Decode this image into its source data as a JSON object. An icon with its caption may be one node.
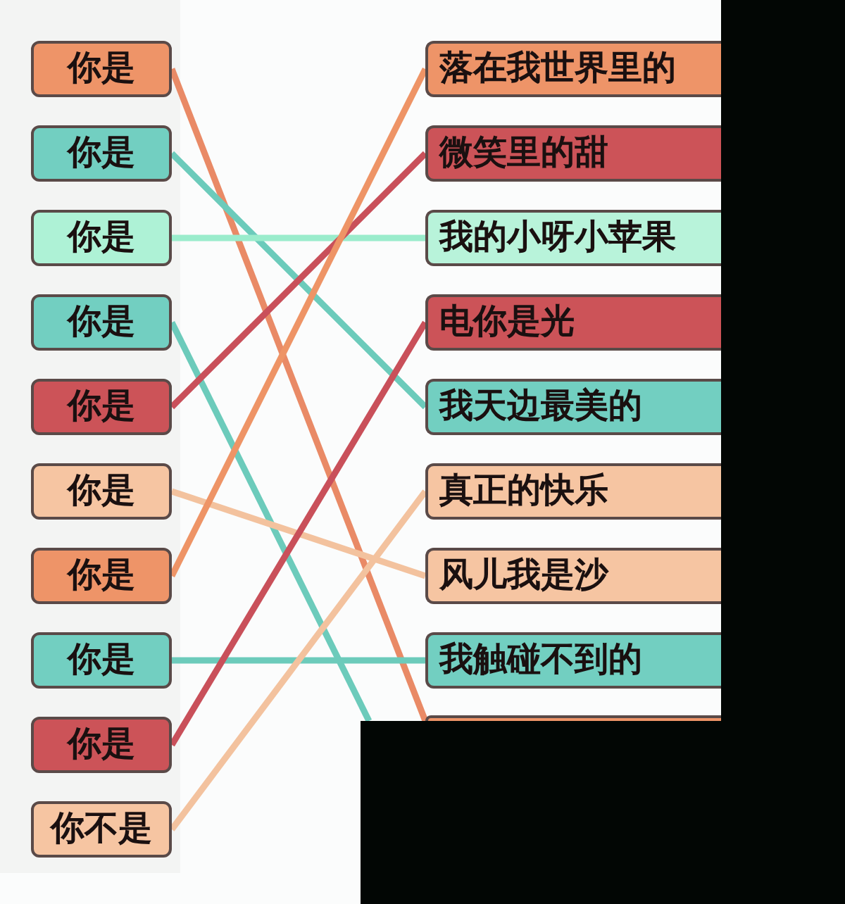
{
  "diagram": {
    "nodes": [
      {
        "text": [
          "你是"
        ]
      },
      {
        "text": [
          "你是"
        ]
      },
      {
        "text": [
          "你是"
        ]
      },
      {
        "text": [
          "你是"
        ]
      },
      {
        "text": [
          "你是"
        ]
      },
      {
        "text": [
          "你是"
        ]
      },
      {
        "text": [
          "你是"
        ]
      },
      {
        "text": [
          "你是"
        ]
      },
      {
        "text": [
          "你是"
        ]
      },
      {
        "text": [
          "你不是"
        ]
      },
      {
        "text": [
          "落在我世界里的"
        ]
      },
      {
        "text": [
          "微笑里的甜"
        ]
      },
      {
        "text": [
          "我的小呀小苹果"
        ]
      },
      {
        "text": [
          "电你是光"
        ]
      },
      {
        "text": [
          "我天边最美的"
        ]
      },
      {
        "text": [
          "真正的快乐"
        ]
      },
      {
        "text": [
          "风儿我是沙"
        ]
      },
      {
        "text": [
          "我触碰不到的"
        ]
      },
      {
        "text": [],
        "shape": "box"
      },
      {
        "text": [],
        "shape": "block"
      },
      {
        "text": [],
        "shape": "block"
      }
    ],
    "edges": [
      {
        "from": 0,
        "to": 18,
        "arrow": "none",
        "color": "#e98a66"
      },
      {
        "from": 1,
        "to": 14,
        "arrow": "none",
        "color": "#6ccbbb"
      },
      {
        "from": 2,
        "to": 12,
        "arrow": "none",
        "color": "#9aeccc"
      },
      {
        "from": 3,
        "to": 20,
        "arrow": "none",
        "color": "#6ccbbb"
      },
      {
        "from": 4,
        "to": 11,
        "arrow": "none",
        "color": "#c9505a"
      },
      {
        "from": 5,
        "to": 16,
        "arrow": "none",
        "color": "#f3c29e"
      },
      {
        "from": 6,
        "to": 10,
        "arrow": "none",
        "color": "#ee9466"
      },
      {
        "from": 7,
        "to": 17,
        "arrow": "none",
        "color": "#6ccbbb"
      },
      {
        "from": 8,
        "to": 13,
        "arrow": "none",
        "color": "#c9505a"
      },
      {
        "from": 9,
        "to": 15,
        "arrow": "none",
        "color": "#f3c29e"
      }
    ]
  }
}
